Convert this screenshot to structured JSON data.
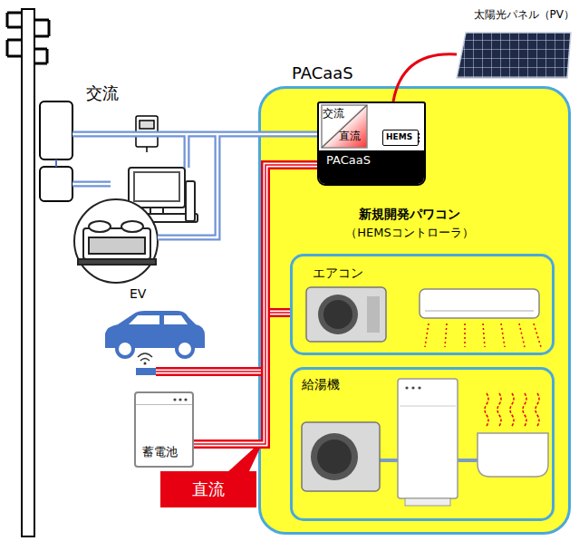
{
  "diagram": {
    "nodes": [
      {
        "text": [
          "PACaaS"
        ]
      },
      {
        "text": [
          "交流",
          "直流",
          "HEMS",
          "PACaaS"
        ],
        "in": 0
      },
      {
        "text": [
          "エアコン"
        ],
        "in": 0
      },
      {
        "text": [
          "給湯機"
        ],
        "in": 0
      },
      {
        "text": [
          "蓄電池"
        ]
      },
      {
        "text": [
          "太陽光パネル（PV）"
        ]
      }
    ],
    "edges": [
      {
        "from": 5,
        "to": 1,
        "arrow": "none"
      },
      {
        "from": 1,
        "to": 2,
        "arrow": "none"
      },
      {
        "from": 1,
        "to": 4,
        "arrow": "none"
      }
    ],
    "labels": [
      "交流",
      "新規開発パワコン",
      "（HEMSコントローラ）",
      "EV",
      "直流"
    ]
  }
}
